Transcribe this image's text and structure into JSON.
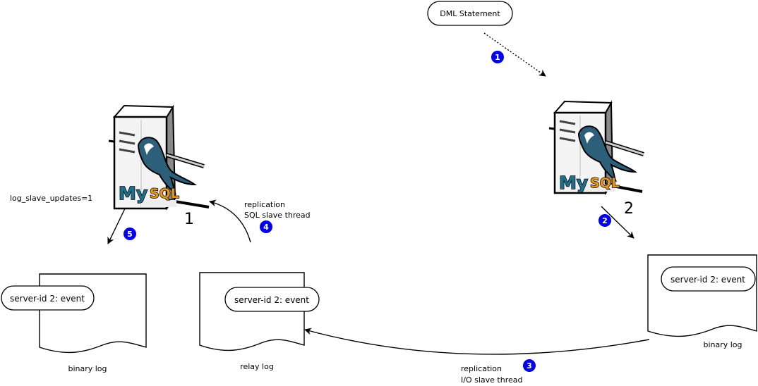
{
  "dml": {
    "label": "DML Statement"
  },
  "servers": [
    {
      "number": "1",
      "logo_my": "My",
      "logo_sql": "SQL",
      "option": "log_slave_updates=1"
    },
    {
      "number": "2",
      "logo_my": "My",
      "logo_sql": "SQL"
    }
  ],
  "logs": {
    "slave_binary": {
      "event": "server-id 2: event",
      "caption": "binary log"
    },
    "relay": {
      "event": "server-id 2: event",
      "caption": "relay log"
    },
    "master_binary": {
      "event": "server-id 2: event",
      "caption": "binary log"
    }
  },
  "steps": [
    {
      "badge": "1"
    },
    {
      "badge": "2"
    },
    {
      "badge": "3",
      "line1": "replication",
      "line2": "I/O slave thread"
    },
    {
      "badge": "4",
      "line1": "replication",
      "line2": "SQL slave thread"
    },
    {
      "badge": "5"
    }
  ],
  "colors": {
    "badge": "#0000ee",
    "logo_blue": "#1f6f8b",
    "logo_orange": "#e8961a"
  }
}
